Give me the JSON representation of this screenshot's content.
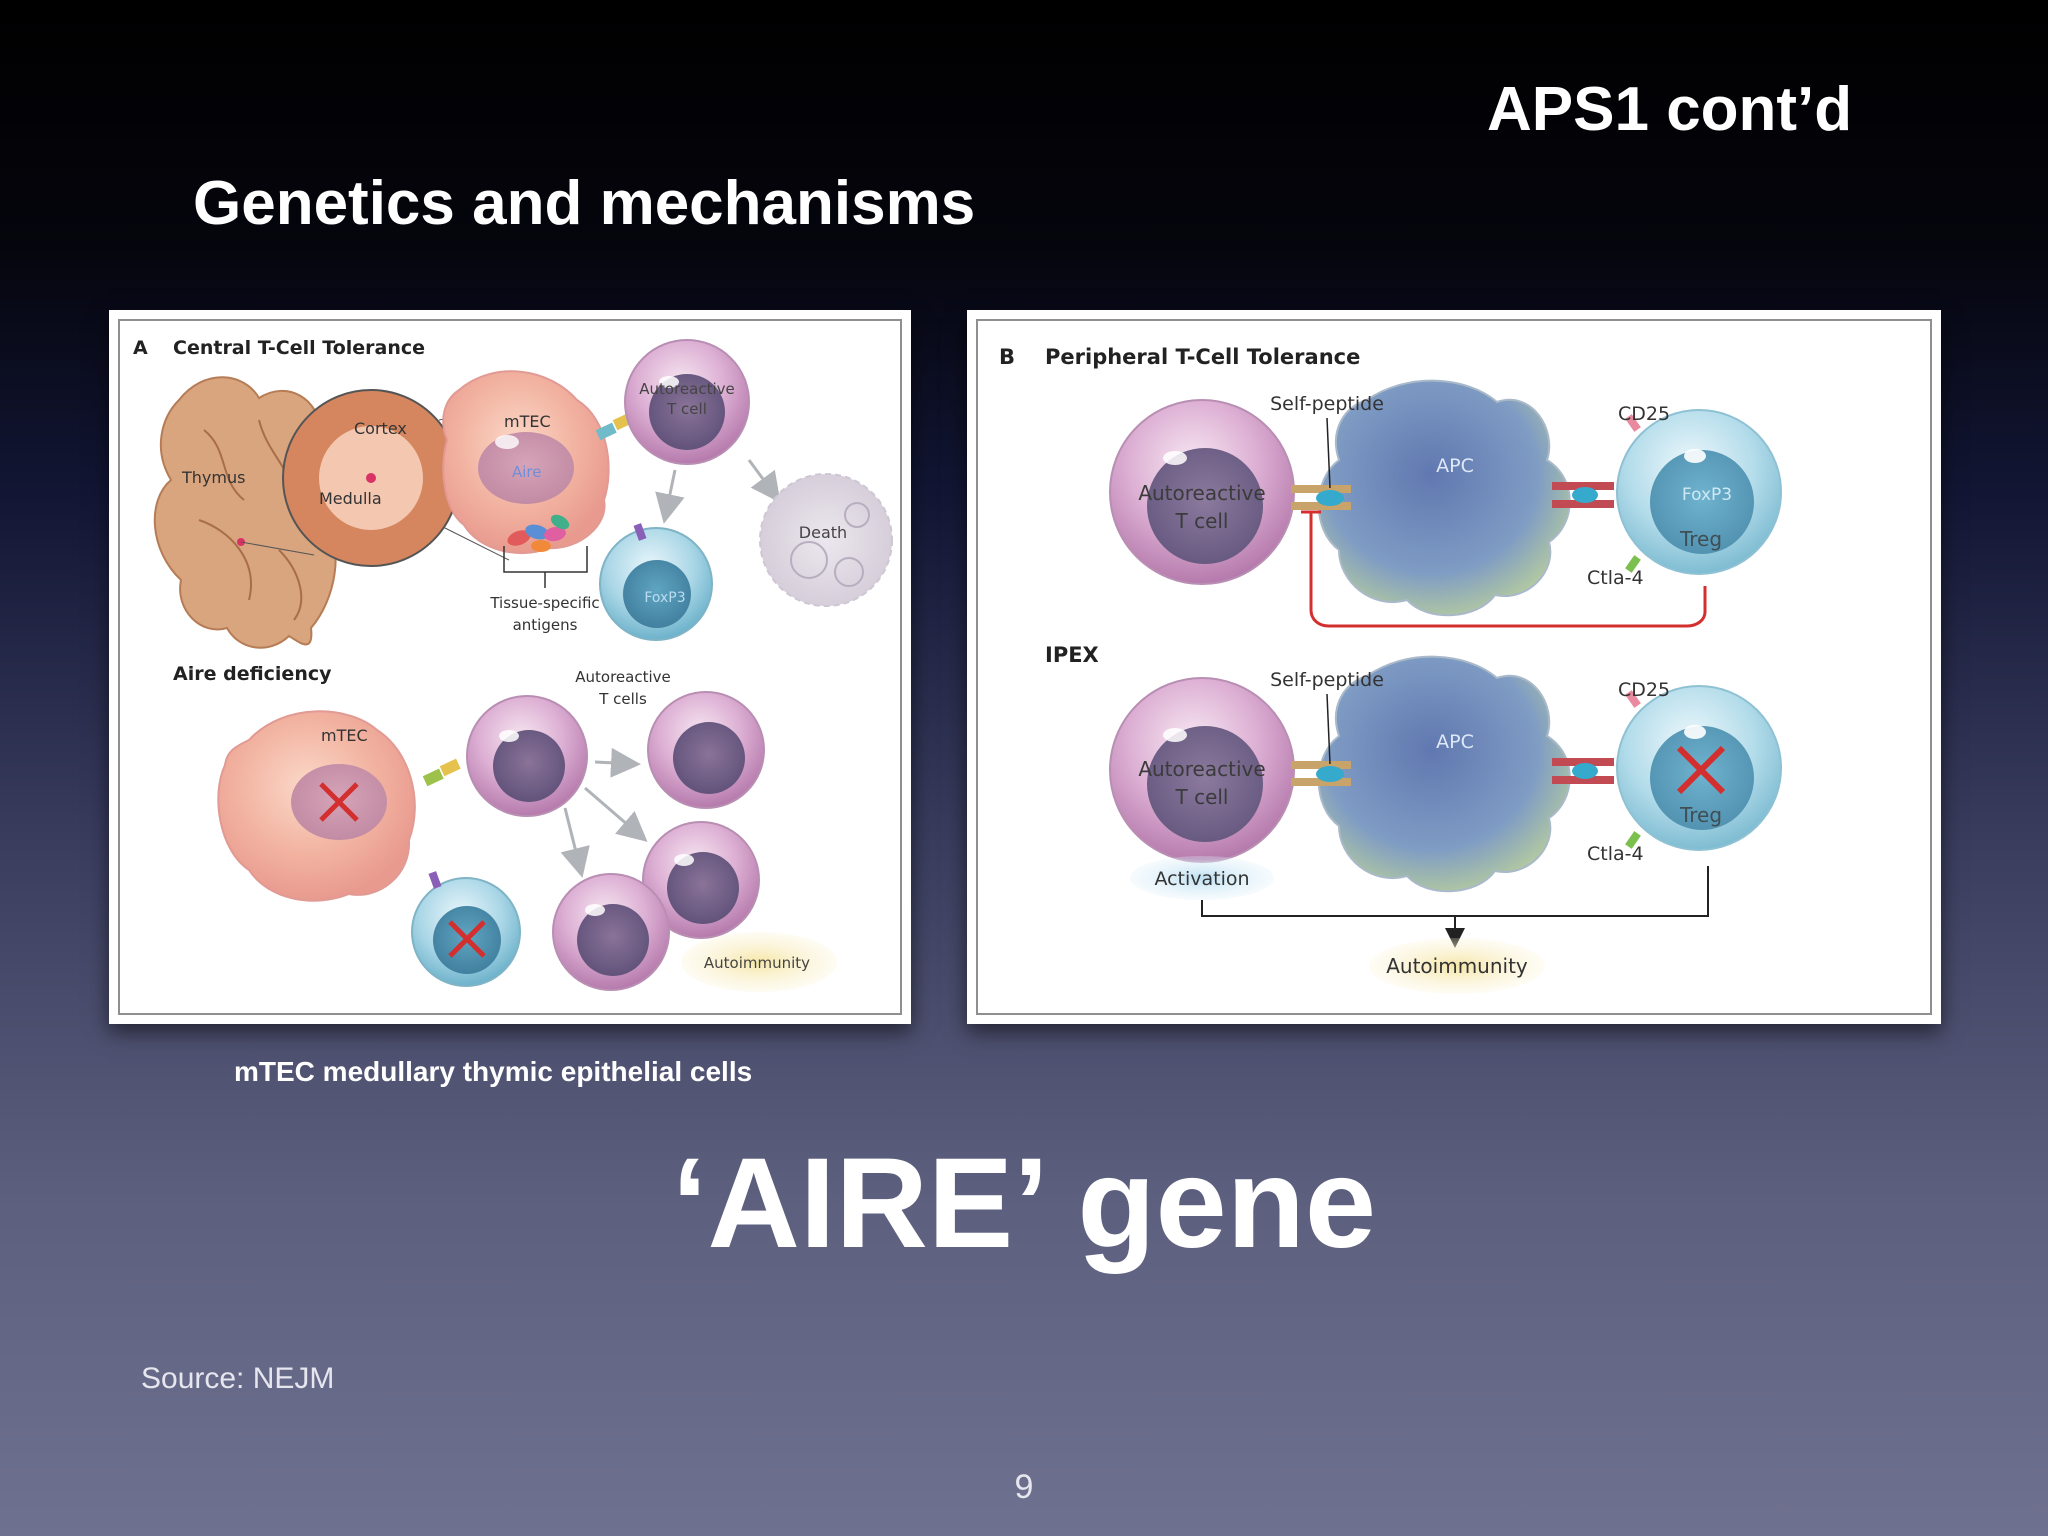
{
  "slide": {
    "title": "APS1 cont’d",
    "subtitle": "Genetics and mechanisms",
    "caption": "mTEC medullary thymic epithelial cells",
    "headline": "‘AIRE’ gene",
    "source": "Source: NEJM",
    "page_number": "9"
  },
  "panel_a": {
    "letter": "A",
    "title": "Central T-Cell Tolerance",
    "labels": {
      "thymus": "Thymus",
      "cortex": "Cortex",
      "medulla": "Medulla",
      "mtec": "mTEC",
      "aire": "Aire",
      "autoreactive_l1": "Autoreactive",
      "autoreactive_l2": "T cell",
      "death": "Death",
      "foxp3": "FoxP3",
      "tissue_l1": "Tissue-specific",
      "tissue_l2": "antigens",
      "aire_deficiency": "Aire deficiency",
      "mtec2": "mTEC",
      "autoreactive_cells_l1": "Autoreactive",
      "autoreactive_cells_l2": "T cells",
      "autoimmunity": "Autoimmunity"
    }
  },
  "panel_b": {
    "letter": "B",
    "title": "Peripheral T-Cell Tolerance",
    "labels": {
      "self_peptide": "Self-peptide",
      "apc": "APC",
      "cd25": "CD25",
      "autoreactive_l1": "Autoreactive",
      "autoreactive_l2": "T cell",
      "foxp3": "FoxP3",
      "treg": "Treg",
      "ctla4": "Ctla-4",
      "ipex": "IPEX",
      "self_peptide2": "Self-peptide",
      "apc2": "APC",
      "cd25_2": "CD25",
      "autoreactive2_l1": "Autoreactive",
      "autoreactive2_l2": "T cell",
      "treg2": "Treg",
      "ctla4_2": "Ctla-4",
      "activation": "Activation",
      "autoimmunity": "Autoimmunity"
    }
  },
  "colors": {
    "accent_red": "#d32f2f",
    "mtec_pink": "#f3b7a8",
    "tcell_purple": "#c98bc0",
    "treg_blue": "#8cc4da",
    "apc_blue": "#5f7fb5",
    "autoimmunity_yellow": "#f1df9c"
  }
}
